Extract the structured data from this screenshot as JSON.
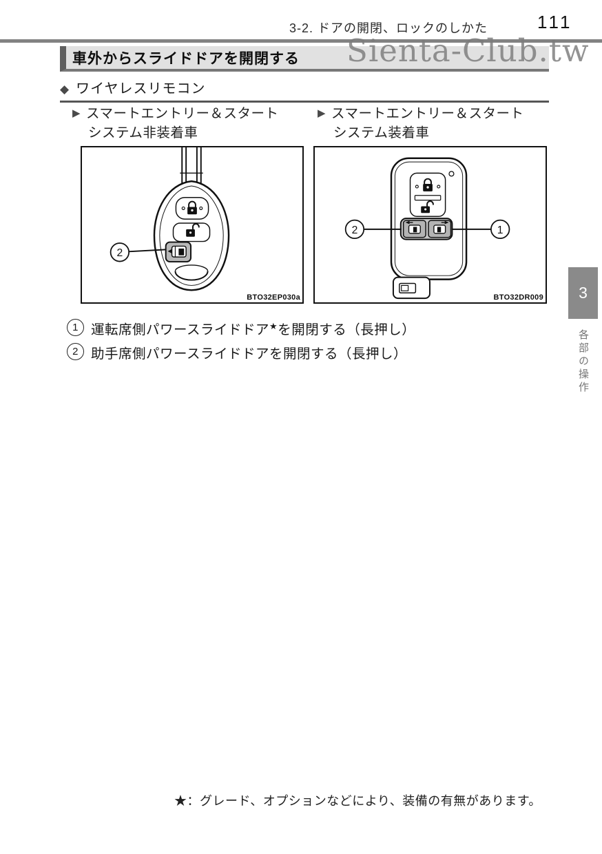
{
  "header": {
    "breadcrumb": "3-2. ドアの開閉、ロックのしかた",
    "page_number": "111"
  },
  "watermark": "Sienta-Club.tw",
  "section": {
    "title": "車外からスライドドアを開閉する",
    "subsection": "ワイヤレスリモコン"
  },
  "columns": [
    {
      "heading_line1": "スマートエントリー＆スタート",
      "heading_line2": "システム非装着車",
      "figure_code": "BTO32EP030a"
    },
    {
      "heading_line1": "スマートエントリー＆スタート",
      "heading_line2": "システム装着車",
      "figure_code": "BTO32DR009"
    }
  ],
  "callouts": {
    "one": "1",
    "two": "2"
  },
  "instructions": [
    {
      "number": "1",
      "pre": "運転席側パワースライドドア",
      "star": "★",
      "post": "を開閉する（長押し）"
    },
    {
      "number": "2",
      "pre": "助手席側パワースライドドアを開閉する（長押し）",
      "star": "",
      "post": ""
    }
  ],
  "sidebar": {
    "chapter_number": "3",
    "chapter_label": "各部の操作"
  },
  "footnote": "★：グレード、オプションなどにより、装備の有無があります。",
  "colors": {
    "rule_gray": "#828282",
    "bar_bg": "#e1e1e1",
    "bar_accent": "#5f5f5f",
    "tab_gray": "#8a8a8a",
    "button_gray": "#b8b8b8",
    "watermark_gray": "#7b7b7b"
  }
}
